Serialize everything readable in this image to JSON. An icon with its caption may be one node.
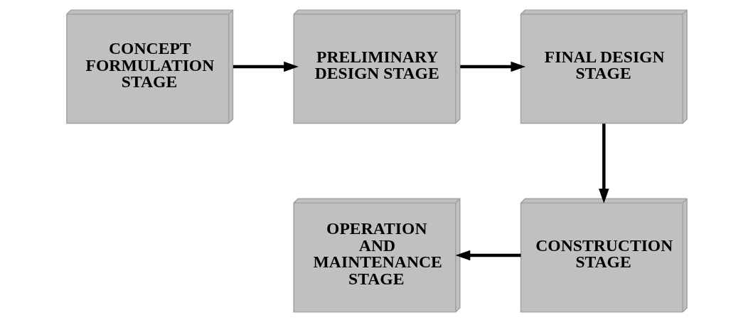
{
  "diagram": {
    "nodes": [
      {
        "text": [
          "CONCEPT FORMULATION STAGE"
        ]
      },
      {
        "text": [
          "PRELIMINARY DESIGN STAGE"
        ]
      },
      {
        "text": [
          "FINAL DESIGN STAGE"
        ]
      },
      {
        "text": [
          "OPERATION AND MAINTENANCE STAGE"
        ]
      },
      {
        "text": [
          "CONSTRUCTION STAGE"
        ]
      }
    ],
    "edges": [
      {
        "from": 0,
        "to": 1,
        "arrow": "to"
      },
      {
        "from": 1,
        "to": 2,
        "arrow": "to"
      },
      {
        "from": 2,
        "to": 4,
        "arrow": "to"
      },
      {
        "from": 4,
        "to": 3,
        "arrow": "to"
      }
    ]
  }
}
